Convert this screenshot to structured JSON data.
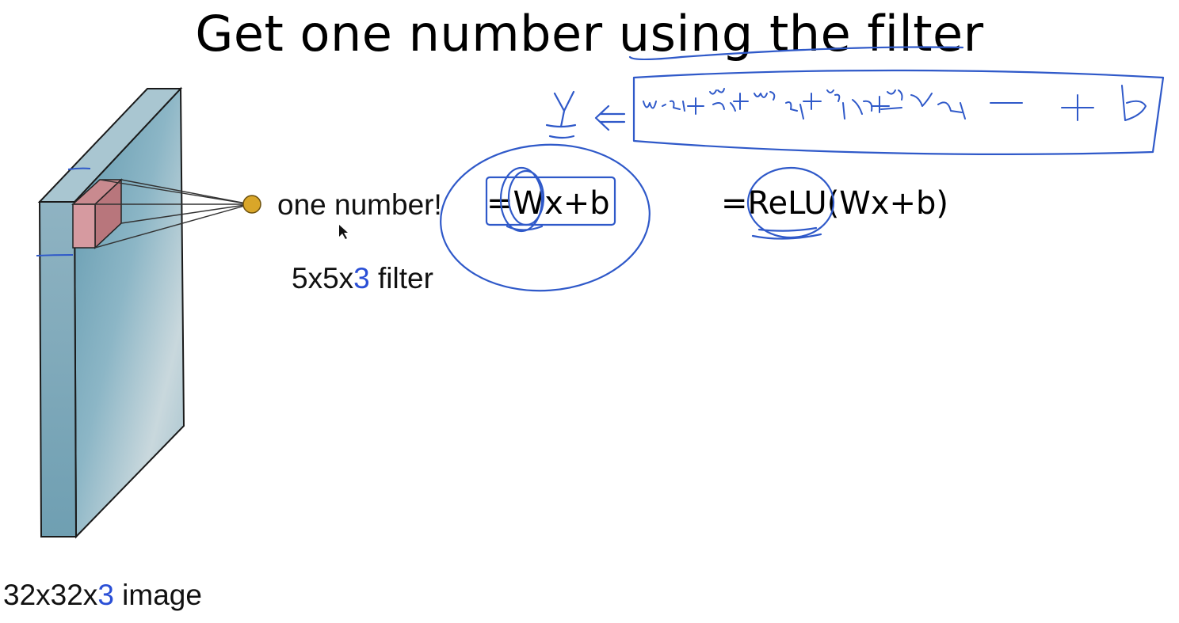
{
  "slide": {
    "title": "Get one number using the filter",
    "output_label": "one number!",
    "filter_label": {
      "prefix": "5x5x",
      "depth": "3",
      "suffix": " filter"
    },
    "image_label": {
      "prefix": "32x32x",
      "depth": "3",
      "suffix": " image"
    },
    "equation_linear": "=Wx+b",
    "equation_relu": "=ReLU(Wx+b)",
    "depth_highlight_color": "#2a4fd6"
  },
  "annotations": {
    "ink_color": "#2f59c9",
    "handwritten_equation": "y ⇐ w1x1 + w2x2 + w3x3 + w4x4 + w5x5 + b"
  }
}
